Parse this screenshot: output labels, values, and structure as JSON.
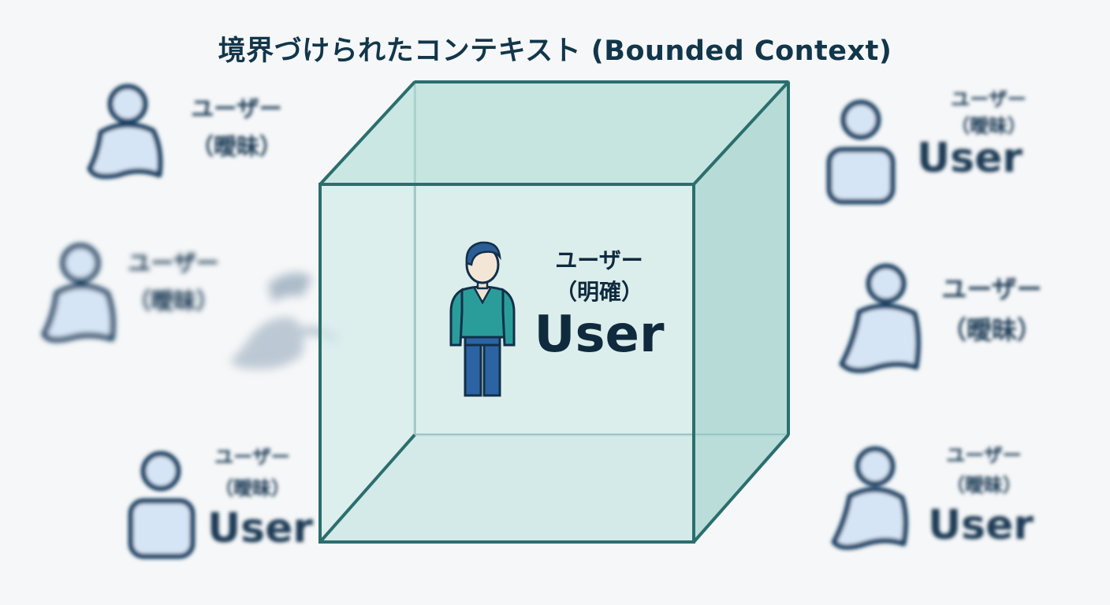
{
  "title": "境界づけられたコンテキスト (Bounded Context)",
  "inner_user": {
    "label_jp": "ユーザー",
    "label_paren": "（明確）",
    "label_en": "User"
  },
  "outer_users": [
    {
      "id": "top-left",
      "label_jp": "ユーザー",
      "label_paren": "（曖昧）",
      "label_en": ""
    },
    {
      "id": "mid-left",
      "label_jp": "ユーザー",
      "label_paren": "（曖昧）",
      "label_en": ""
    },
    {
      "id": "bottom-left",
      "label_jp": "ユーザー",
      "label_paren": "（曖昧）",
      "label_en": "User"
    },
    {
      "id": "top-right",
      "label_jp": "ユーザー",
      "label_paren": "（曖昧）",
      "label_en": "User"
    },
    {
      "id": "mid-right",
      "label_jp": "ユーザー",
      "label_paren": "（曖昧）",
      "label_en": ""
    },
    {
      "id": "bottom-right",
      "label_jp": "ユーザー",
      "label_paren": "（曖昧）",
      "label_en": "User"
    }
  ],
  "colors": {
    "cube_edge": "#2c6e6e",
    "cube_fill": "#bfe2de",
    "figure_stroke": "#1d4467",
    "figure_fill": "#d6e5f5",
    "inner_shirt": "#2a9d9a",
    "inner_pants": "#2b63a3"
  }
}
